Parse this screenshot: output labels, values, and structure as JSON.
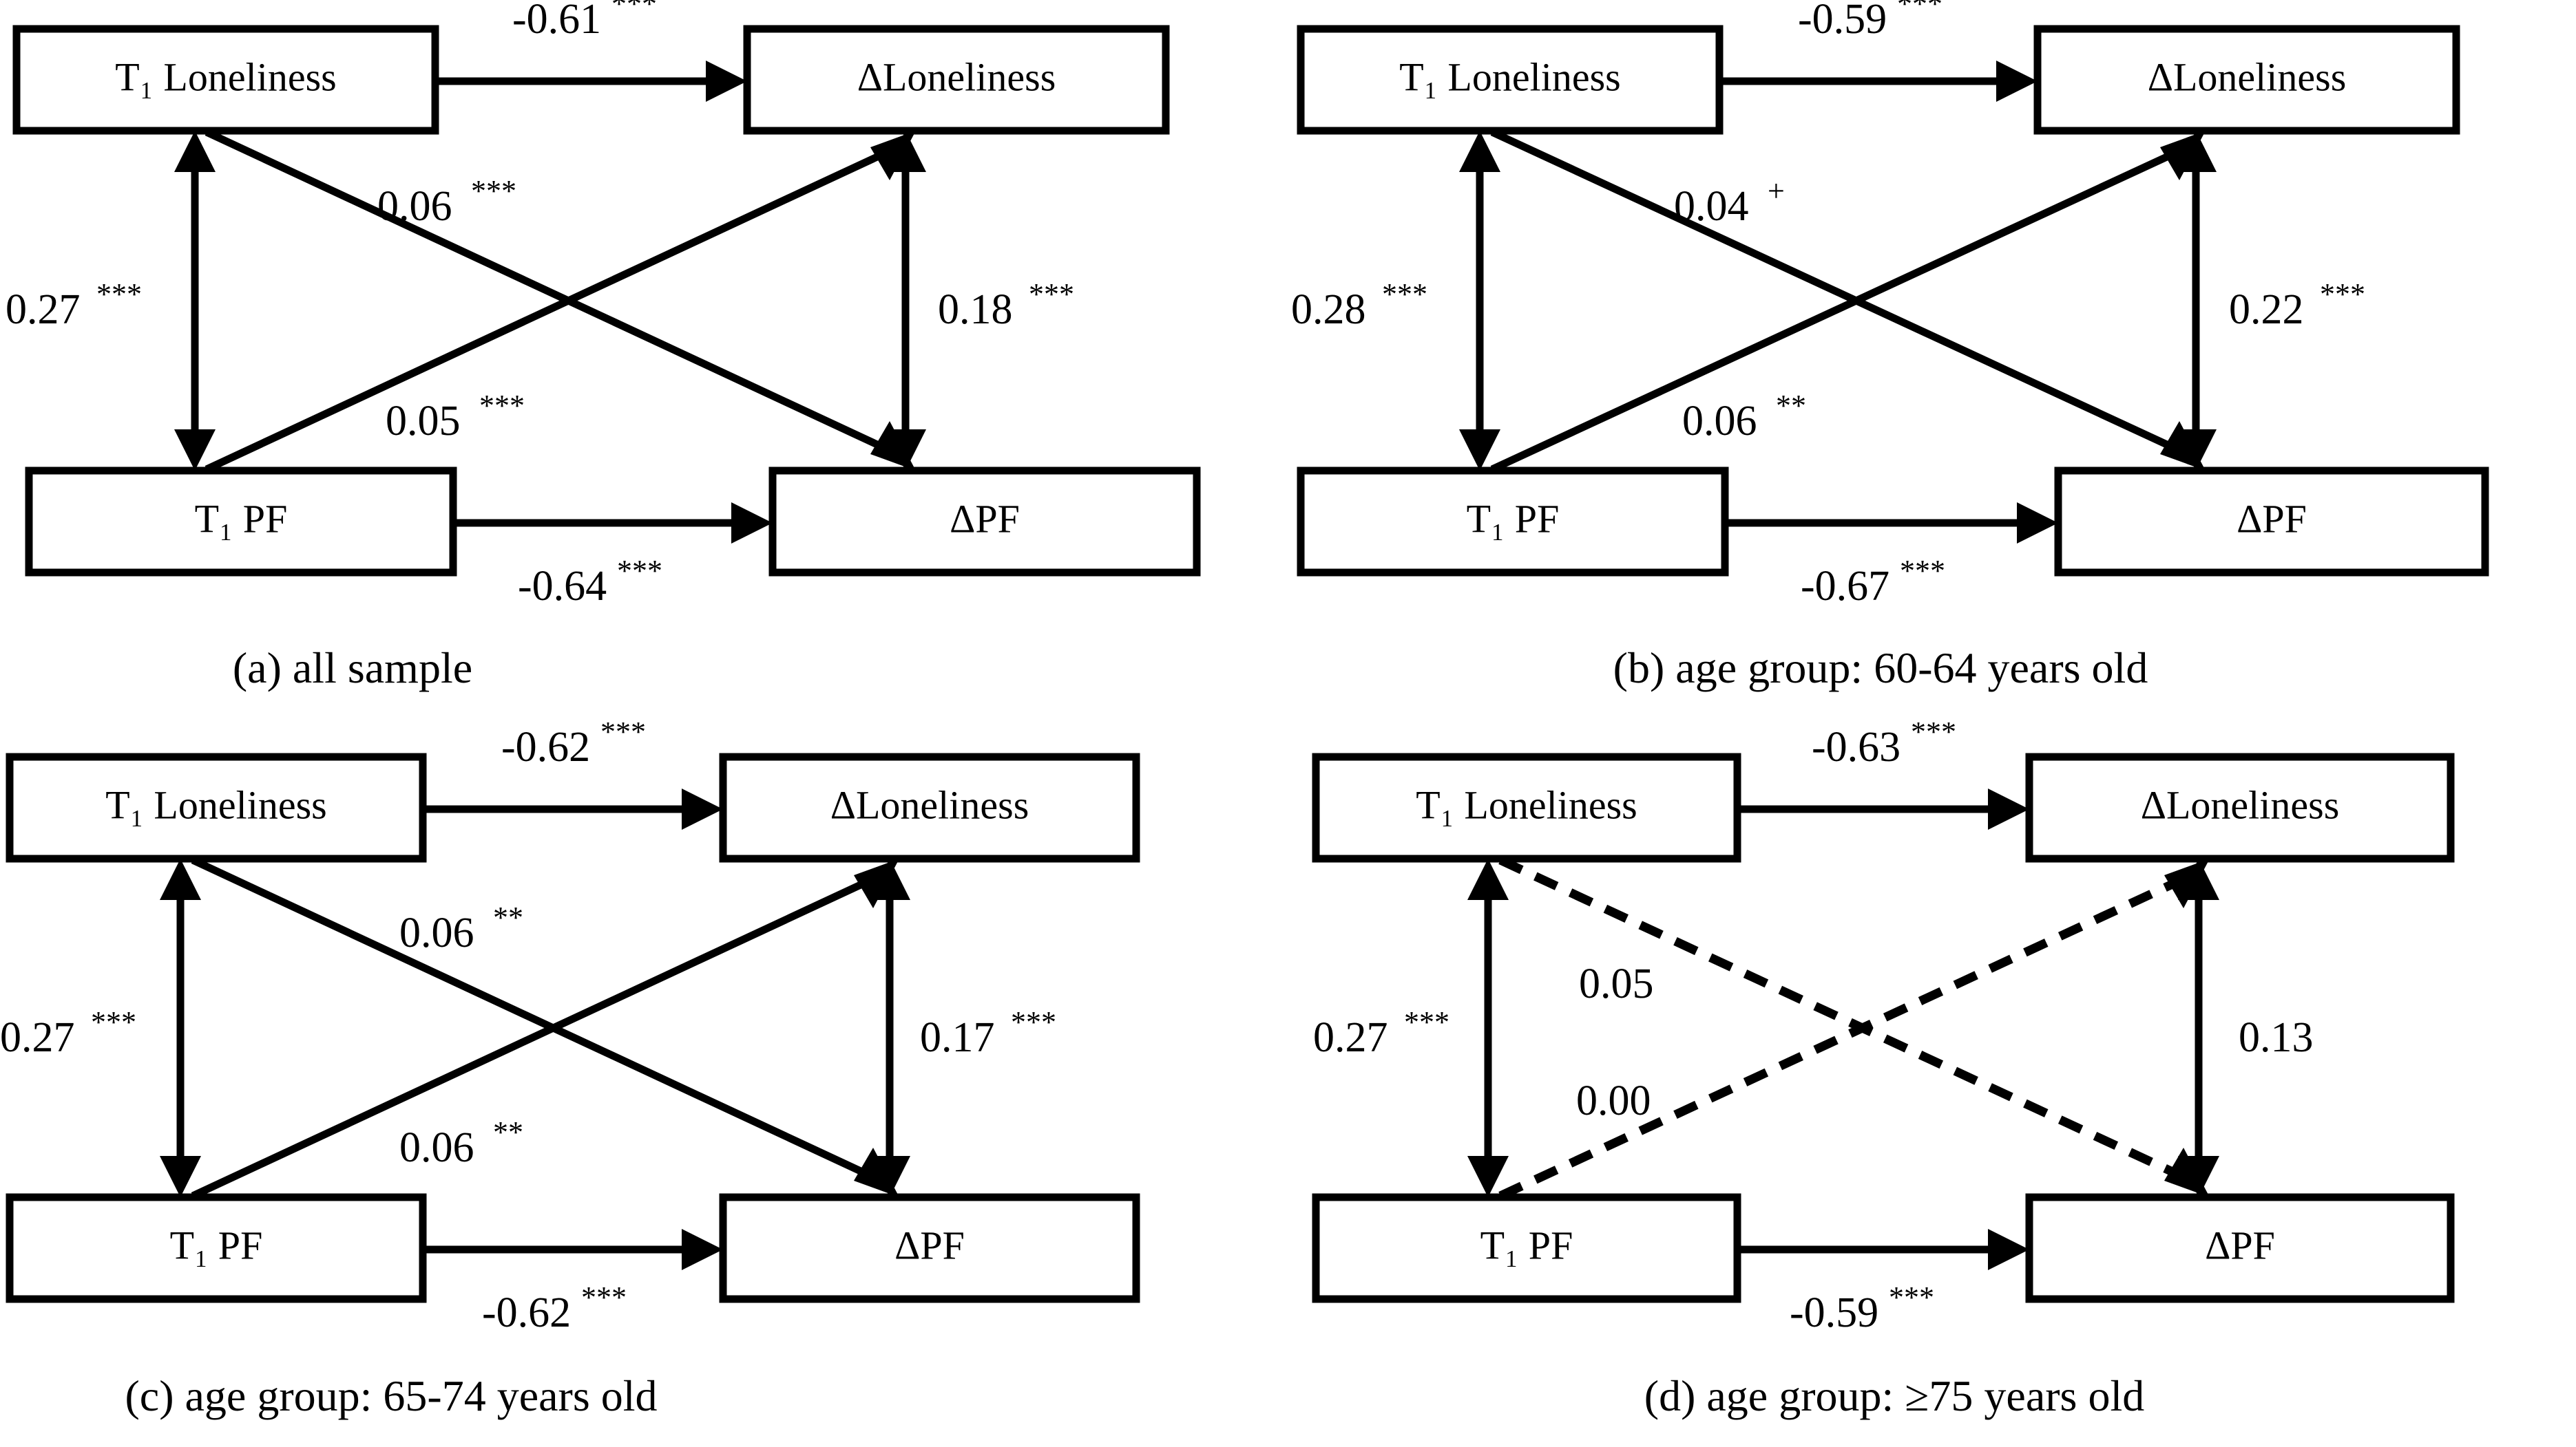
{
  "figure": {
    "type": "cross-lagged-panel-path-diagram",
    "node_labels": {
      "t1_loneliness": "T₁ Loneliness",
      "delta_loneliness": "ΔLoneliness",
      "t1_pf": "T₁ PF",
      "delta_pf": "ΔPF"
    },
    "significance_legend": {
      "three_star": "***",
      "two_star": "**",
      "plus": "+",
      "none": ""
    }
  },
  "panels": [
    {
      "id": "a",
      "caption": "(a) all sample",
      "nodes": {
        "top_left": "T₁ Loneliness",
        "top_right": "ΔLoneliness",
        "bottom_left": "T₁ PF",
        "bottom_right": "ΔPF"
      },
      "paths": {
        "autoregressive_loneliness": {
          "value": "-0.61",
          "sig": "***",
          "style": "solid",
          "kind": "single-arrow"
        },
        "autoregressive_pf": {
          "value": "-0.64",
          "sig": "***",
          "style": "solid",
          "kind": "single-arrow"
        },
        "correlation_t1": {
          "value": "0.27",
          "sig": "***",
          "style": "solid",
          "kind": "double-arrow"
        },
        "correlation_delta": {
          "value": "0.18",
          "sig": "***",
          "style": "solid",
          "kind": "double-arrow"
        },
        "cross_lon_to_pf": {
          "value": "0.06",
          "sig": "***",
          "style": "solid",
          "kind": "single-arrow"
        },
        "cross_pf_to_lon": {
          "value": "0.05",
          "sig": "***",
          "style": "solid",
          "kind": "single-arrow"
        }
      }
    },
    {
      "id": "b",
      "caption": "(b) age group: 60-64 years old",
      "nodes": {
        "top_left": "T₁ Loneliness",
        "top_right": "ΔLoneliness",
        "bottom_left": "T₁ PF",
        "bottom_right": "ΔPF"
      },
      "paths": {
        "autoregressive_loneliness": {
          "value": "-0.59",
          "sig": "***",
          "style": "solid",
          "kind": "single-arrow"
        },
        "autoregressive_pf": {
          "value": "-0.67",
          "sig": "***",
          "style": "solid",
          "kind": "single-arrow"
        },
        "correlation_t1": {
          "value": "0.28",
          "sig": "***",
          "style": "solid",
          "kind": "double-arrow"
        },
        "correlation_delta": {
          "value": "0.22",
          "sig": "***",
          "style": "solid",
          "kind": "double-arrow"
        },
        "cross_lon_to_pf": {
          "value": "0.04",
          "sig": "+",
          "style": "solid",
          "kind": "single-arrow"
        },
        "cross_pf_to_lon": {
          "value": "0.06",
          "sig": "**",
          "style": "solid",
          "kind": "single-arrow"
        }
      }
    },
    {
      "id": "c",
      "caption": "(c) age group: 65-74 years old",
      "nodes": {
        "top_left": "T₁ Loneliness",
        "top_right": "ΔLoneliness",
        "bottom_left": "T₁ PF",
        "bottom_right": "ΔPF"
      },
      "paths": {
        "autoregressive_loneliness": {
          "value": "-0.62",
          "sig": "***",
          "style": "solid",
          "kind": "single-arrow"
        },
        "autoregressive_pf": {
          "value": "-0.62",
          "sig": "***",
          "style": "solid",
          "kind": "single-arrow"
        },
        "correlation_t1": {
          "value": "0.27",
          "sig": "***",
          "style": "solid",
          "kind": "double-arrow"
        },
        "correlation_delta": {
          "value": "0.17",
          "sig": "***",
          "style": "solid",
          "kind": "double-arrow"
        },
        "cross_lon_to_pf": {
          "value": "0.06",
          "sig": "**",
          "style": "solid",
          "kind": "single-arrow"
        },
        "cross_pf_to_lon": {
          "value": "0.06",
          "sig": "**",
          "style": "solid",
          "kind": "single-arrow"
        }
      }
    },
    {
      "id": "d",
      "caption": "(d) age group: ≥75 years old",
      "nodes": {
        "top_left": "T₁ Loneliness",
        "top_right": "ΔLoneliness",
        "bottom_left": "T₁ PF",
        "bottom_right": "ΔPF"
      },
      "paths": {
        "autoregressive_loneliness": {
          "value": "-0.63",
          "sig": "***",
          "style": "solid",
          "kind": "single-arrow"
        },
        "autoregressive_pf": {
          "value": "-0.59",
          "sig": "***",
          "style": "solid",
          "kind": "single-arrow"
        },
        "correlation_t1": {
          "value": "0.27",
          "sig": "***",
          "style": "solid",
          "kind": "double-arrow"
        },
        "correlation_delta": {
          "value": "0.13",
          "sig": "",
          "style": "solid",
          "kind": "double-arrow"
        },
        "cross_lon_to_pf": {
          "value": "0.05",
          "sig": "",
          "style": "dashed",
          "kind": "single-arrow"
        },
        "cross_pf_to_lon": {
          "value": "0.00",
          "sig": "",
          "style": "dashed",
          "kind": "single-arrow"
        }
      }
    }
  ]
}
